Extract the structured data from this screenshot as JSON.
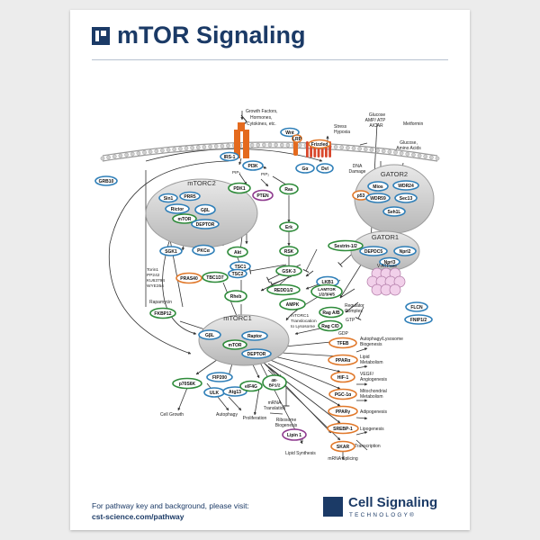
{
  "poster": {
    "title": "mTOR Signaling",
    "footer_line1": "For pathway key and background, please visit:",
    "footer_line2": "cst-science.com/pathway",
    "brand_name": "Cell Signaling",
    "brand_sub": "TECHNOLOGY®"
  },
  "colors": {
    "navy": "#1b3a66",
    "node_blue": "#2f7fb8",
    "node_green": "#2e8b3a",
    "node_orange": "#e0782a",
    "node_purple": "#8e3a8e",
    "receptor_orange": "#e46a1e",
    "complex_gray": "#c9c9c9"
  },
  "stimuli": {
    "growth": [
      "Growth Factors,",
      "Hormones,",
      "Cytokines, etc."
    ],
    "stress": [
      "Stress",
      "Hypoxia"
    ],
    "glucose": [
      "Glucose",
      "AMP/ ATP",
      "AICAR"
    ],
    "metformin": "Metformin",
    "amino": [
      "Glucose,",
      "Amino Acids"
    ],
    "dna_damage": [
      "DNA",
      "Damage"
    ],
    "inhibitors": [
      "Torin1",
      "PP242",
      "KU63794",
      "WYE354"
    ],
    "rapamycin": "Rapamycin",
    "v_atpase": "V-ATPase",
    "regulator": [
      "Regulator",
      "Complex"
    ],
    "gdp": "GDP",
    "gtp": "GTP",
    "translocation": [
      "mTORC1",
      "Translocation",
      "to Lysosome"
    ],
    "pip2": "PIP₂",
    "pip3": "PIP₃"
  },
  "complexes": {
    "mtorc2": "mTORC2",
    "mtorc1": "mTORC1",
    "gator2": "GATOR2",
    "gator1": "GATOR1"
  },
  "nodes": {
    "wnt": "Wnt",
    "lrp": "LRP",
    "frizzled": "Frizzled",
    "irs1": "IRS-1",
    "pi3k": "PI3K",
    "pdk1": "PDK1",
    "pten": "PTEN",
    "ras": "Ras",
    "grb10": "GRB10",
    "goalpha": "Gα",
    "dvl": "Dvl",
    "sin1": "Sin1",
    "prr5": "PRR5",
    "rictor": "Rictor",
    "gbl2": "GβL",
    "mtor2": "mTOR",
    "deptor2": "DEPTOR",
    "sgk1": "SGK1",
    "pkca": "PKCα",
    "akt": "Akt",
    "tsc1": "TSC1",
    "tsc2": "TSC2",
    "tbc1d7": "TBC1D7",
    "pras40": "PRAS40",
    "erk": "Erk",
    "rsk": "RSK",
    "gsk3": "GSK-3",
    "redd": "REDD1/2",
    "ampk": "AMPK",
    "lkb1": "LKB1",
    "sestrin": "Sestrin-1/2",
    "p53": "p53",
    "rheb": "Rheb",
    "fkbp12": "FKBP12",
    "mios": "Mios",
    "wdr24": "WDR24",
    "wdr59": "WDR59",
    "sec13": "Sec13",
    "seh1l": "Seh1L",
    "depdc5": "DEPDC5",
    "nprl2": "Nprl2",
    "nprl3": "Nprl3",
    "lamtor": [
      "LAMTOR",
      "1/2/3/4/5"
    ],
    "flcn": "FLCN",
    "fnip": "FNIP1/2",
    "ragab": "Rag A/B",
    "ragcd": "Rag C/D",
    "gbl1": "GβL",
    "raptor": "Raptor",
    "mtor1": "mTOR",
    "deptor1": "DEPTOR",
    "p70s6k": "p70S6K",
    "fip200": "FIP200",
    "ulk": "ULK",
    "atg13": "Atg13",
    "eif4g": "eIF4G",
    "bp": [
      "4E-",
      "BP1/2"
    ],
    "lipin": "Lipin 1",
    "tfeb": "TFEB",
    "ppara": "PPARα",
    "hif1": "HIF-1",
    "pgc": "PGC-1α",
    "pparg": "PPARγ",
    "srebp": "SREBP-1",
    "skar": "SKAR"
  },
  "outputs": {
    "tfeb": [
      "Autophagy/Lysosome",
      "Biogenesis"
    ],
    "ppara": [
      "Lipid",
      "Metabolism"
    ],
    "hif1": [
      "VEGF/",
      "Angiogenesis"
    ],
    "pgc": [
      "Mitochondrial",
      "Metabolism"
    ],
    "pparg": "Adipogenesis",
    "srebp": "Lipogenesis",
    "transcription": "Transcription",
    "cell_growth": "Cell Growth",
    "autophagy": "Autophagy",
    "translation": [
      "mRNA",
      "Translation"
    ],
    "proliferation": "Proliferation",
    "ribosome": [
      "Ribosome",
      "Biogenesis"
    ],
    "lipid_synthesis": "Lipid Synthesis",
    "splicing": "mRNA Splicing"
  }
}
